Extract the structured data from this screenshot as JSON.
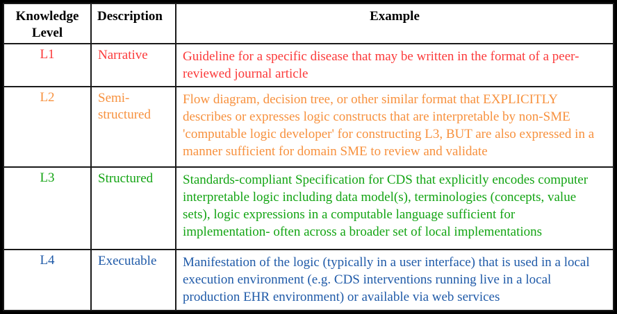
{
  "table": {
    "columns": [
      {
        "label": "Knowledge Level"
      },
      {
        "label": "Description"
      },
      {
        "label": "Example"
      }
    ],
    "rows": [
      {
        "level": "L1",
        "description": "Narrative",
        "example": "Guideline for a specific disease that may be written in the format of a peer-reviewed journal article",
        "color": "#fb3a3a"
      },
      {
        "level": "L2",
        "description": "Semi-structured",
        "example": "Flow diagram, decision tree, or other similar format that EXPLICITLY describes or expresses logic constructs that are interpretable by non-SME 'computable logic developer' for constructing L3, BUT are also expressed in a manner sufficient for domain SME to review and validate",
        "color": "#f7913e"
      },
      {
        "level": "L3",
        "description": "Structured",
        "example": "Standards-compliant Specification for CDS that explicitly encodes computer interpretable logic including data model(s), terminologies (concepts, value sets), logic expressions in a computable language sufficient for implementation- often across a broader set of local implementations",
        "color": "#13a413"
      },
      {
        "level": "L4",
        "description": "Executable",
        "example": "Manifestation of the logic (typically in a user interface) that is used in a local execution environment (e.g. CDS interventions running live in a local production EHR environment) or available via web services",
        "color": "#1f5aa8"
      }
    ],
    "border_color": "#000000"
  }
}
